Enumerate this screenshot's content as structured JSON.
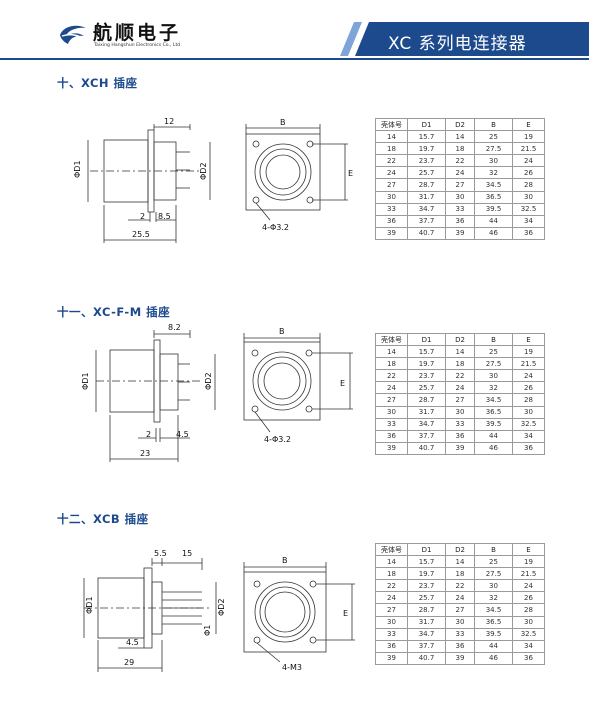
{
  "header": {
    "company_cn": "航顺电子",
    "company_en": "Taixing Hangshun Electronics Co., Ltd.",
    "title": "XC 系列电连接器"
  },
  "sections": [
    {
      "title": "十、XCH 插座",
      "dims": {
        "d1": "ΦD1",
        "d2": "ΦD2",
        "top": "12",
        "a": "2",
        "b": "8.5",
        "total": "25.5",
        "B": "B",
        "E": "E",
        "holes": "4-Φ3.2"
      }
    },
    {
      "title": "十一、XC-F-M 插座",
      "dims": {
        "d1": "ΦD1",
        "d2": "ΦD2",
        "top": "8.2",
        "a": "2",
        "b": "4.5",
        "total": "23",
        "B": "B",
        "E": "E",
        "holes": "4-Φ3.2"
      }
    },
    {
      "title": "十二、XCB 插座",
      "dims": {
        "d1": "ΦD1",
        "d2": "ΦD2",
        "t1": "5.5",
        "t2": "15",
        "a": "4.5",
        "total": "29",
        "phi1": "Φ1",
        "B": "B",
        "E": "E",
        "holes": "4-M3"
      }
    }
  ],
  "table": {
    "headers": [
      "壳体号",
      "D1",
      "D2",
      "B",
      "E"
    ],
    "rows": [
      [
        "14",
        "15.7",
        "14",
        "25",
        "19"
      ],
      [
        "18",
        "19.7",
        "18",
        "27.5",
        "21.5"
      ],
      [
        "22",
        "23.7",
        "22",
        "30",
        "24"
      ],
      [
        "24",
        "25.7",
        "24",
        "32",
        "26"
      ],
      [
        "27",
        "28.7",
        "27",
        "34.5",
        "28"
      ],
      [
        "30",
        "31.7",
        "30",
        "36.5",
        "30"
      ],
      [
        "33",
        "34.7",
        "33",
        "39.5",
        "32.5"
      ],
      [
        "36",
        "37.7",
        "36",
        "44",
        "34"
      ],
      [
        "39",
        "40.7",
        "39",
        "46",
        "36"
      ]
    ]
  },
  "colors": {
    "brand_blue": "#1c4a8c",
    "line": "#333333"
  }
}
